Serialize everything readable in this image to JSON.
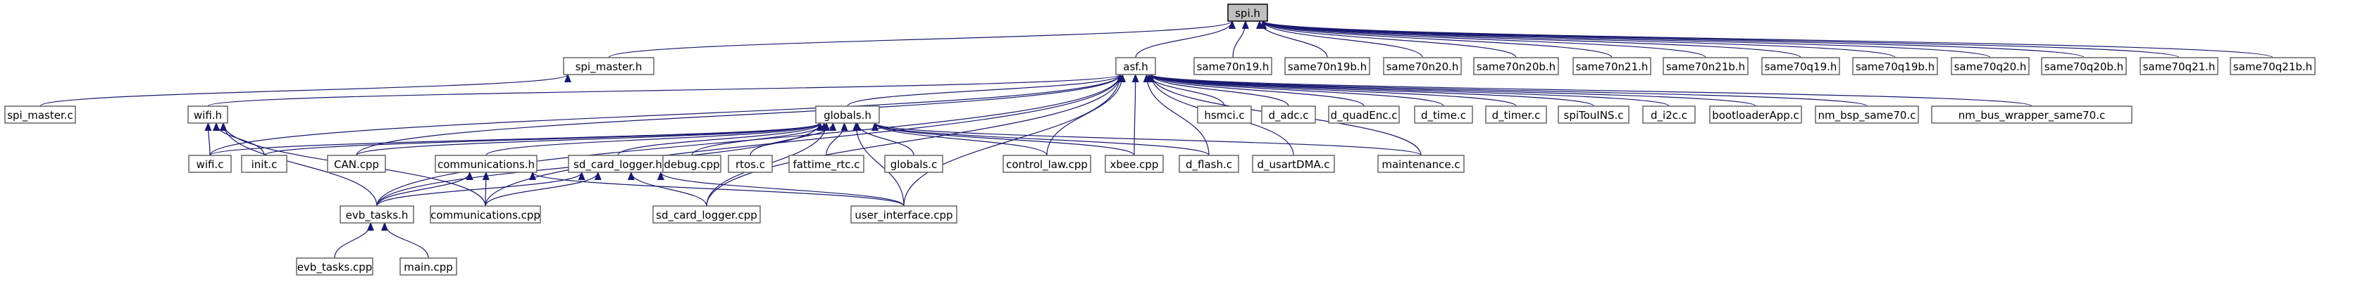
{
  "nodes": [
    {
      "id": "spi_h",
      "label": "spi.h",
      "root": true
    },
    {
      "id": "spi_master_h",
      "label": "spi_master.h"
    },
    {
      "id": "asf_h",
      "label": "asf.h"
    },
    {
      "id": "same70n19_h",
      "label": "same70n19.h"
    },
    {
      "id": "same70n19b_h",
      "label": "same70n19b.h"
    },
    {
      "id": "same70n20_h",
      "label": "same70n20.h"
    },
    {
      "id": "same70n20b_h",
      "label": "same70n20b.h"
    },
    {
      "id": "same70n21_h",
      "label": "same70n21.h"
    },
    {
      "id": "same70n21b_h",
      "label": "same70n21b.h"
    },
    {
      "id": "same70q19_h",
      "label": "same70q19.h"
    },
    {
      "id": "same70q19b_h",
      "label": "same70q19b.h"
    },
    {
      "id": "same70q20_h",
      "label": "same70q20.h"
    },
    {
      "id": "same70q20b_h",
      "label": "same70q20b.h"
    },
    {
      "id": "same70q21_h",
      "label": "same70q21.h"
    },
    {
      "id": "same70q21b_h",
      "label": "same70q21b.h"
    },
    {
      "id": "spi_master_c",
      "label": "spi_master.c"
    },
    {
      "id": "wifi_h",
      "label": "wifi.h"
    },
    {
      "id": "globals_h",
      "label": "globals.h"
    },
    {
      "id": "hsmci_c",
      "label": "hsmci.c"
    },
    {
      "id": "d_adc_c",
      "label": "d_adc.c"
    },
    {
      "id": "d_quadEnc_c",
      "label": "d_quadEnc.c"
    },
    {
      "id": "d_time_c",
      "label": "d_time.c"
    },
    {
      "id": "d_timer_c",
      "label": "d_timer.c"
    },
    {
      "id": "spiTouINS_c",
      "label": "spiTouINS.c"
    },
    {
      "id": "d_i2c_c",
      "label": "d_i2c.c"
    },
    {
      "id": "bootloaderApp_c",
      "label": "bootloaderApp.c"
    },
    {
      "id": "nm_bsp_same70_c",
      "label": "nm_bsp_same70.c"
    },
    {
      "id": "nm_bus_wrapper_same70_c",
      "label": "nm_bus_wrapper_same70.c"
    },
    {
      "id": "wifi_c",
      "label": "wifi.c"
    },
    {
      "id": "init_c",
      "label": "init.c"
    },
    {
      "id": "CAN_cpp",
      "label": "CAN.cpp"
    },
    {
      "id": "communications_h",
      "label": "communications.h"
    },
    {
      "id": "sd_card_logger_h",
      "label": "sd_card_logger.h"
    },
    {
      "id": "debug_cpp",
      "label": "debug.cpp"
    },
    {
      "id": "rtos_c",
      "label": "rtos.c"
    },
    {
      "id": "fattime_rtc_c",
      "label": "fattime_rtc.c"
    },
    {
      "id": "globals_c",
      "label": "globals.c"
    },
    {
      "id": "control_law_cpp",
      "label": "control_law.cpp"
    },
    {
      "id": "xbee_cpp",
      "label": "xbee.cpp"
    },
    {
      "id": "d_flash_c",
      "label": "d_flash.c"
    },
    {
      "id": "d_usartDMA_c",
      "label": "d_usartDMA.c"
    },
    {
      "id": "maintenance_c",
      "label": "maintenance.c"
    },
    {
      "id": "evb_tasks_h",
      "label": "evb_tasks.h"
    },
    {
      "id": "communications_cpp",
      "label": "communications.cpp"
    },
    {
      "id": "sd_card_logger_cpp",
      "label": "sd_card_logger.cpp"
    },
    {
      "id": "user_interface_cpp",
      "label": "user_interface.cpp"
    },
    {
      "id": "evb_tasks_cpp",
      "label": "evb_tasks.cpp"
    },
    {
      "id": "main_cpp",
      "label": "main.cpp"
    }
  ],
  "edges": [
    [
      "spi_master_h",
      "spi_h"
    ],
    [
      "asf_h",
      "spi_h"
    ],
    [
      "same70n19_h",
      "spi_h"
    ],
    [
      "same70n19b_h",
      "spi_h"
    ],
    [
      "same70n20_h",
      "spi_h"
    ],
    [
      "same70n20b_h",
      "spi_h"
    ],
    [
      "same70n21_h",
      "spi_h"
    ],
    [
      "same70n21b_h",
      "spi_h"
    ],
    [
      "same70q19_h",
      "spi_h"
    ],
    [
      "same70q19b_h",
      "spi_h"
    ],
    [
      "same70q20_h",
      "spi_h"
    ],
    [
      "same70q20b_h",
      "spi_h"
    ],
    [
      "same70q21_h",
      "spi_h"
    ],
    [
      "same70q21b_h",
      "spi_h"
    ],
    [
      "spi_master_c",
      "spi_master_h"
    ],
    [
      "wifi_h",
      "asf_h"
    ],
    [
      "globals_h",
      "asf_h"
    ],
    [
      "hsmci_c",
      "asf_h"
    ],
    [
      "d_adc_c",
      "asf_h"
    ],
    [
      "d_quadEnc_c",
      "asf_h"
    ],
    [
      "d_time_c",
      "asf_h"
    ],
    [
      "d_timer_c",
      "asf_h"
    ],
    [
      "spiTouINS_c",
      "asf_h"
    ],
    [
      "d_i2c_c",
      "asf_h"
    ],
    [
      "bootloaderApp_c",
      "asf_h"
    ],
    [
      "nm_bsp_same70_c",
      "asf_h"
    ],
    [
      "nm_bus_wrapper_same70_c",
      "asf_h"
    ],
    [
      "wifi_c",
      "asf_h"
    ],
    [
      "CAN_cpp",
      "asf_h"
    ],
    [
      "communications_cpp",
      "asf_h"
    ],
    [
      "control_law_cpp",
      "asf_h"
    ],
    [
      "xbee_cpp",
      "asf_h"
    ],
    [
      "d_flash_c",
      "asf_h"
    ],
    [
      "d_usartDMA_c",
      "asf_h"
    ],
    [
      "maintenance_c",
      "asf_h"
    ],
    [
      "user_interface_cpp",
      "asf_h"
    ],
    [
      "evb_tasks_h",
      "asf_h"
    ],
    [
      "sd_card_logger_cpp",
      "asf_h"
    ],
    [
      "wifi_c",
      "wifi_h"
    ],
    [
      "init_c",
      "wifi_h"
    ],
    [
      "evb_tasks_h",
      "wifi_h"
    ],
    [
      "communications_cpp",
      "wifi_h"
    ],
    [
      "wifi_c",
      "globals_h"
    ],
    [
      "init_c",
      "globals_h"
    ],
    [
      "CAN_cpp",
      "globals_h"
    ],
    [
      "communications_h",
      "globals_h"
    ],
    [
      "sd_card_logger_h",
      "globals_h"
    ],
    [
      "debug_cpp",
      "globals_h"
    ],
    [
      "rtos_c",
      "globals_h"
    ],
    [
      "fattime_rtc_c",
      "globals_h"
    ],
    [
      "globals_c",
      "globals_h"
    ],
    [
      "control_law_cpp",
      "globals_h"
    ],
    [
      "xbee_cpp",
      "globals_h"
    ],
    [
      "d_flash_c",
      "globals_h"
    ],
    [
      "maintenance_c",
      "globals_h"
    ],
    [
      "evb_tasks_h",
      "globals_h"
    ],
    [
      "sd_card_logger_cpp",
      "globals_h"
    ],
    [
      "user_interface_cpp",
      "globals_h"
    ],
    [
      "evb_tasks_h",
      "communications_h"
    ],
    [
      "communications_cpp",
      "communications_h"
    ],
    [
      "user_interface_cpp",
      "communications_h"
    ],
    [
      "evb_tasks_h",
      "sd_card_logger_h"
    ],
    [
      "communications_cpp",
      "sd_card_logger_h"
    ],
    [
      "sd_card_logger_cpp",
      "sd_card_logger_h"
    ],
    [
      "user_interface_cpp",
      "sd_card_logger_h"
    ],
    [
      "evb_tasks_cpp",
      "evb_tasks_h"
    ],
    [
      "main_cpp",
      "evb_tasks_h"
    ]
  ]
}
